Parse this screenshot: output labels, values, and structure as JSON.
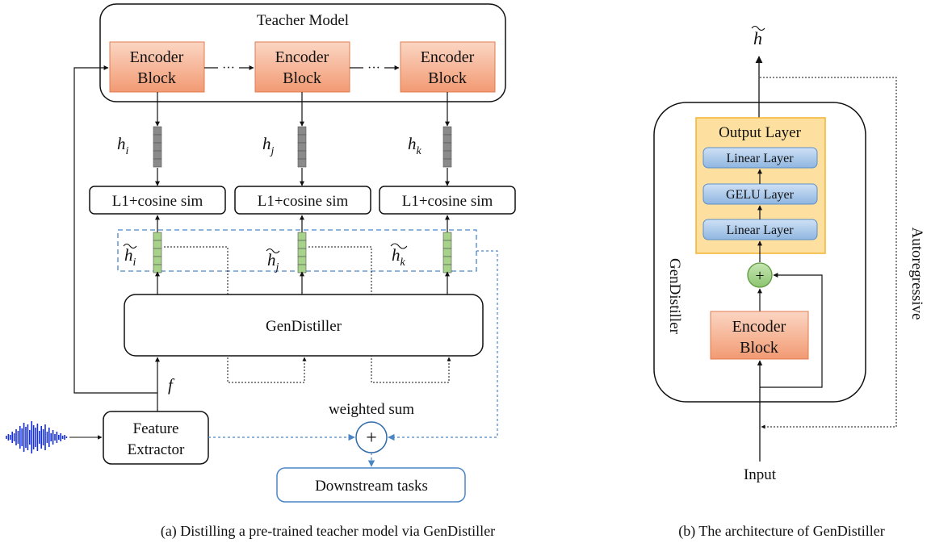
{
  "panel_a": {
    "teacher_title": "Teacher Model",
    "encoder_line1": "Encoder",
    "encoder_line2": "Block",
    "ellipsis": "···",
    "h_i": "h",
    "h_i_sub": "i",
    "h_j": "h",
    "h_j_sub": "j",
    "h_k": "h",
    "h_k_sub": "k",
    "loss_label": "L1+cosine sim",
    "ht_i_sub": "i",
    "ht_j_sub": "j",
    "ht_k_sub": "k",
    "ht_base": "h",
    "gendistiller": "GenDistiller",
    "f_label": "f",
    "feature_line1": "Feature",
    "feature_line2": "Extractor",
    "weighted_sum": "weighted sum",
    "plus": "+",
    "downstream": "Downstream tasks",
    "caption": "(a) Distilling a pre-trained teacher model via GenDistiller"
  },
  "panel_b": {
    "h_tilde": "h",
    "output_layer": "Output Layer",
    "linear_layer_top": "Linear Layer",
    "gelu_layer": "GELU Layer",
    "linear_layer_bottom": "Linear Layer",
    "plus": "+",
    "encoder_line1": "Encoder",
    "encoder_line2": "Block",
    "gendistiller_side": "GenDistiller",
    "autoregressive": "Autoregressive",
    "input": "Input",
    "caption": "(b) The architecture of GenDistiller"
  },
  "colors": {
    "encoder_fill_top": "#fbd6c3",
    "encoder_fill_bottom": "#f29a73",
    "encoder_stroke": "#e07b50",
    "teacher_vector": "#8a8a8a",
    "student_vector": "#a6d28a",
    "dashed_blue": "#4a86c5",
    "output_layer_fill": "#fde0a0",
    "output_layer_stroke": "#f3b431",
    "linear_fill": "#a9c8ea",
    "plus_fill": "#a4d38e",
    "plus_stroke": "#5d9a3e",
    "waveform": "#1530d8"
  }
}
